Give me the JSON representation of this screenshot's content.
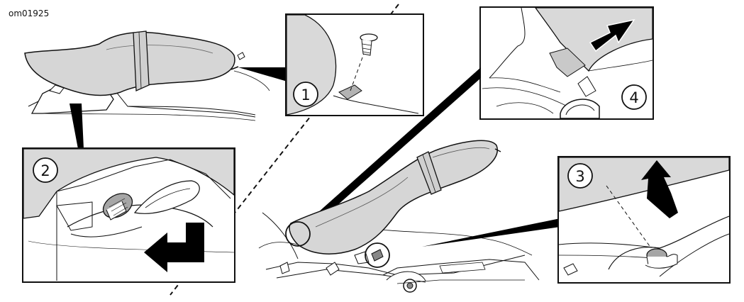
{
  "figure": {
    "code": "om01925",
    "steps": [
      "1",
      "2",
      "3",
      "4"
    ]
  },
  "colors": {
    "seat_fill": "#d6d6d6",
    "shade_fill": "#d9d9d9",
    "screw_fill": "#a6a6a6",
    "line": "#111111",
    "arrow": "#000000"
  }
}
